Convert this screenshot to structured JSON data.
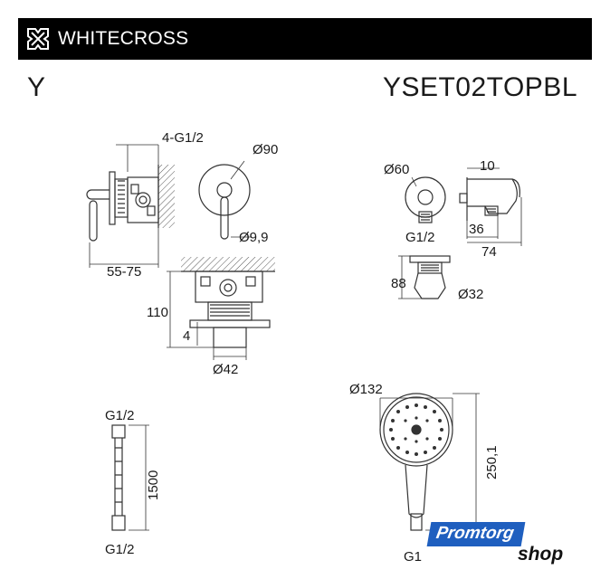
{
  "header": {
    "brand": "WHITECROSS"
  },
  "product": {
    "series": "Y",
    "code": "YSET02TOPBL"
  },
  "dimensions": {
    "thread_4": "4-G1/2",
    "plate_dia": "Ø90",
    "lever_dia": "Ø9,9",
    "install_depth": "55-75",
    "body_height": "110",
    "offset": "4",
    "spout_dia": "Ø42",
    "holder_plate_dia": "Ø60",
    "holder_offset": "10",
    "holder_thread": "G1/2",
    "holder_36": "36",
    "holder_74": "74",
    "holder_88": "88",
    "holder_32": "Ø32",
    "hose_top": "G1/2",
    "hose_length": "1500",
    "hose_bottom": "G1/2",
    "head_dia": "Ø132",
    "head_length": "250,1",
    "head_thread": "G1"
  },
  "watermark": {
    "brand": "Promtorg",
    "suffix": "shop"
  }
}
